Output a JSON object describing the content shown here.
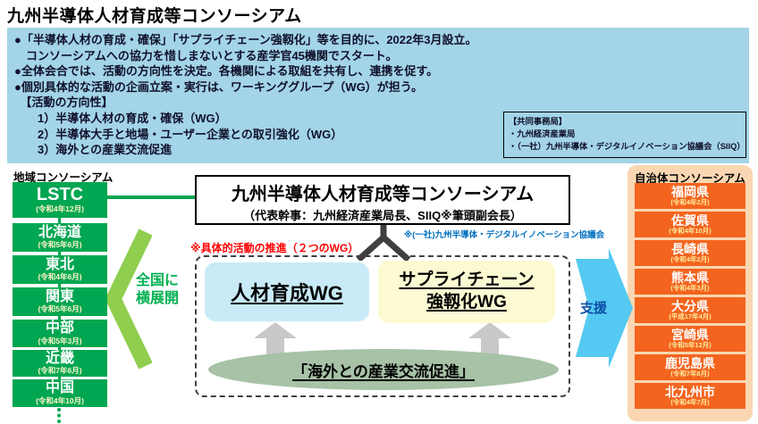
{
  "page_title": "九州半導体人材育成等コンソーシアム",
  "overview": {
    "lines": [
      "●「半導体人材の育成・確保」「サプライチェーン強靱化」等を目的に、2022年3月設立。",
      "　コンソーシアムへの協力を惜しまないとする産学官45機関でスタート。",
      "●全体会合では、活動の方向性を決定。各機関による取組を共有し、連携を促す。",
      "●個別具体的な活動の企画立案・実行は、ワーキンググループ（WG）が担う。",
      "　【活動の方向性】",
      "　　1）半導体人材の育成・確保（WG）",
      "　　2）半導体大手と地場・ユーザー企業との取引強化（WG）",
      "　　3）海外との産業交流促進"
    ],
    "secretariat": {
      "title": "【共同事務局】",
      "item1": "・九州経済産業局",
      "item2": "・（一社）九州半導体・デジタルイノベーション協議会（SIIQ）"
    }
  },
  "regional": {
    "label": "地域コンソーシアム",
    "items": [
      {
        "name": "LSTC",
        "date": "(令和4年12月)"
      },
      {
        "name": "北海道",
        "date": "(令和5年6月)"
      },
      {
        "name": "東北",
        "date": "(令和4年6月)"
      },
      {
        "name": "関東",
        "date": "(令和5年6月)"
      },
      {
        "name": "中部",
        "date": "(令和5年3月)"
      },
      {
        "name": "近畿",
        "date": "(令和7年6月)"
      },
      {
        "name": "中国",
        "date": "(令和4年10月)"
      }
    ],
    "expand_line1": "全国に",
    "expand_line2": "横展開"
  },
  "central": {
    "title": "九州半導体人材育成等コンソーシアム",
    "subtitle": "（代表幹事：九州経済産業局長、SIIQ※筆頭副会長）",
    "siiq_note": "※(一社)九州半導体・デジタルイノベーション協議会"
  },
  "wg": {
    "note": "※具体的活動の推進（２つのWG）",
    "wg1_label": "人材育成WG",
    "wg2_line1": "サプライチェーン",
    "wg2_line2": "強靱化WG",
    "oval_label": "「海外との産業交流促進」"
  },
  "support": {
    "label": "支援"
  },
  "municipal": {
    "label": "自治体コンソーシアム",
    "items": [
      {
        "name": "福岡県",
        "date": "(令和4年2月)"
      },
      {
        "name": "佐賀県",
        "date": "(令和4年10月)"
      },
      {
        "name": "長崎県",
        "date": "(令和4年2月)"
      },
      {
        "name": "熊本県",
        "date": "(令和4年3月)"
      },
      {
        "name": "大分県",
        "date": "(平成17年4月)"
      },
      {
        "name": "宮崎県",
        "date": "(令和5年12月)"
      },
      {
        "name": "鹿児島県",
        "date": "(令和7年8月)"
      },
      {
        "name": "北九州市",
        "date": "(令和4年7月)"
      }
    ]
  },
  "colors": {
    "panel_blue": "#A3D4E8",
    "green": "#00A651",
    "light_green": "#8FCE4E",
    "green_text": "#00B050",
    "orange": "#F3641E",
    "peach": "#FAD7B2",
    "sky_blue": "#55C9F2",
    "wg_blue": "#C9EBF8",
    "wg_yellow": "#FCFAD2",
    "oval_green": "#A7C2A7",
    "note_red": "#FF0000",
    "note_blue": "#0070C0"
  }
}
